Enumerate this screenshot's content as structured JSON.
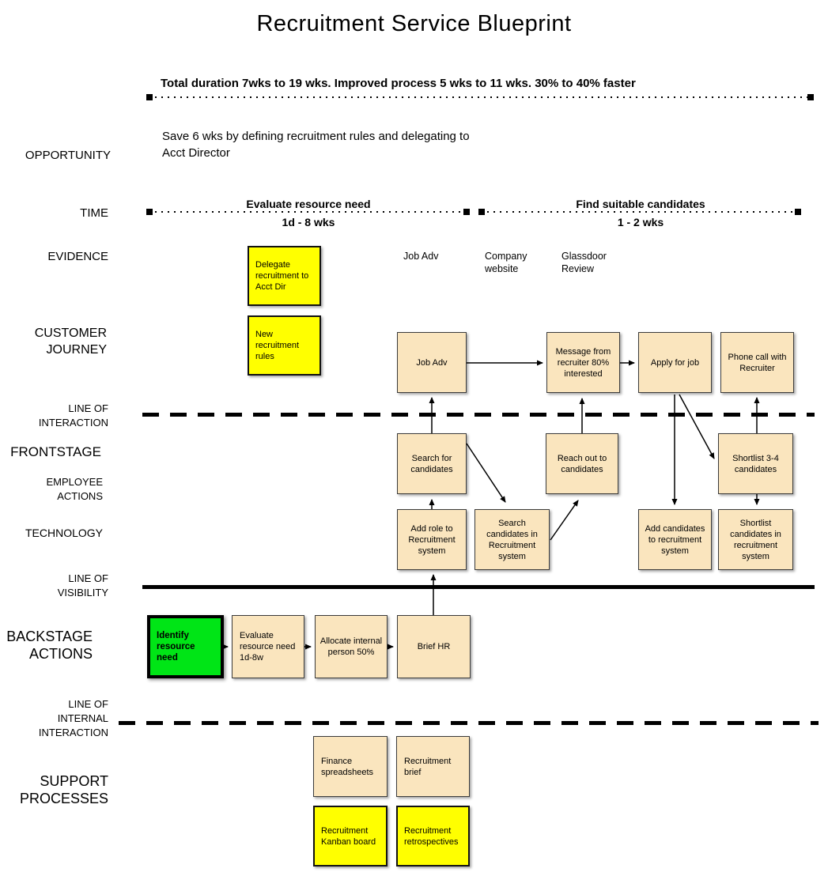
{
  "title": "Recruitment Service Blueprint",
  "summary": "Total duration 7wks to 19 wks. Improved process 5 wks to 11 wks. 30% to 40% faster",
  "lanes": {
    "opportunity": "OPPORTUNITY",
    "time": "TIME",
    "evidence": "EVIDENCE",
    "customer_journey": "CUSTOMER JOURNEY",
    "line_of_interaction": "LINE OF INTERACTION",
    "frontstage": "FRONTSTAGE",
    "employee_actions": "EMPLOYEE ACTIONS",
    "technology": "TECHNOLOGY",
    "line_of_visibility": "LINE OF VISIBILITY",
    "backstage_actions": "BACKSTAGE ACTIONS",
    "line_of_internal_interaction": "LINE OF INTERNAL INTERACTION",
    "support_processes": "SUPPORT PROCESSES"
  },
  "opportunity": {
    "note": "Save 6 wks by defining recruitment rules and delegating to Acct Director"
  },
  "time": {
    "segments": [
      {
        "title": "Evaluate resource need",
        "duration": "1d - 8 wks"
      },
      {
        "title": "Find suitable candidates",
        "duration": "1 - 2 wks"
      }
    ]
  },
  "evidence": {
    "sticky": "Delegate recruitment to Acct Dir",
    "items": [
      "Job Adv",
      "Company website",
      "Glassdoor Review"
    ]
  },
  "customer_journey": {
    "sticky": "New recruitment rules",
    "boxes": [
      "Job Adv",
      "Message from recruiter 80% interested",
      "Apply for job",
      "Phone call with Recruiter"
    ]
  },
  "frontstage": {
    "boxes": [
      "Search for candidates",
      "Reach out to candidates",
      "Shortlist 3-4 candidates"
    ]
  },
  "technology": {
    "boxes": [
      "Add role to Recruitment system",
      "Search candidates in Recruitment system",
      "Add candidates to recruitment system",
      "Shortlist candidates in recruitment system"
    ]
  },
  "backstage": {
    "boxes": [
      "Identify resource need",
      "Evaluate resource need 1d-8w",
      "Allocate internal person 50%",
      "Brief HR"
    ]
  },
  "support": {
    "boxes": [
      "Finance spreadsheets",
      "Recruitment brief"
    ],
    "stickies": [
      "Recruitment Kanban board",
      "Recruitment retrospectives"
    ]
  },
  "colors": {
    "box_fill": "#fae5be",
    "sticky_fill": "#ffff00",
    "highlight_fill": "#00e516",
    "line": "#000000"
  }
}
